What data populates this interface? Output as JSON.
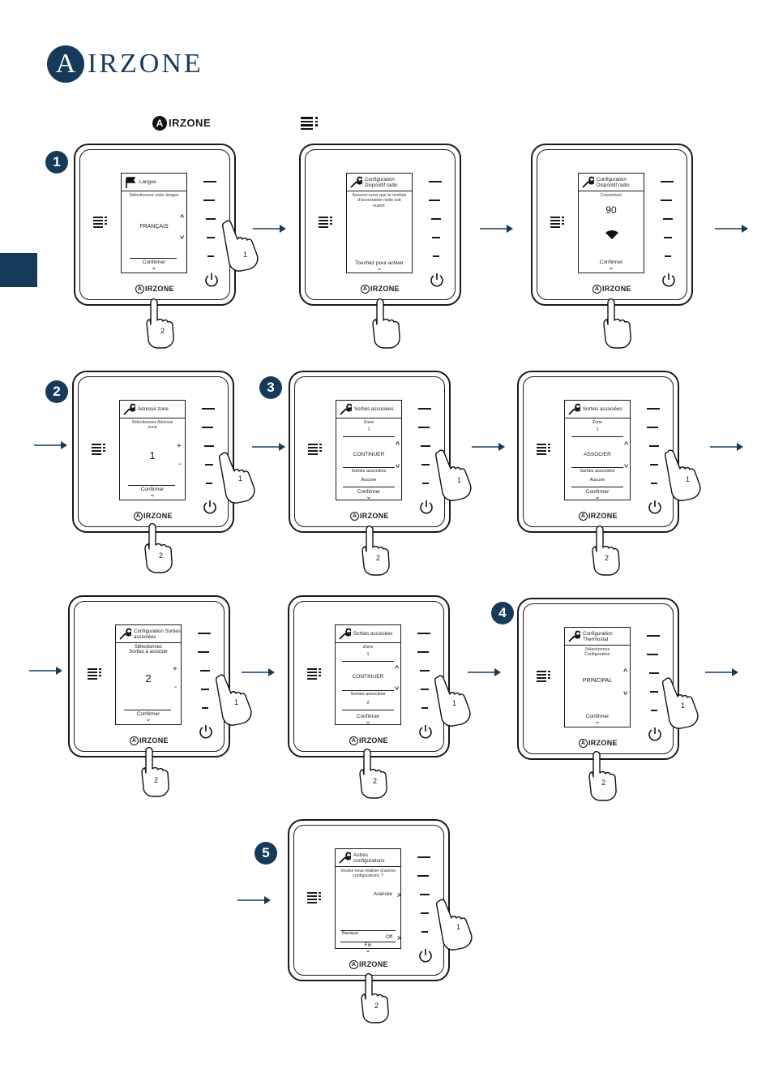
{
  "brand": {
    "logo_letter": "A",
    "logo_word": "IRZONE",
    "legend_letter": "A",
    "legend_word": "IRZONE",
    "color": "#173a5a"
  },
  "legend": {
    "airzone_icon": "airzone-button-icon",
    "menu_icon": "menu-lines-icon"
  },
  "device_logo": {
    "letter": "A",
    "word": "IRZONE"
  },
  "step_badges": [
    {
      "label": "1"
    },
    {
      "label": "2"
    },
    {
      "label": "3"
    },
    {
      "label": "4"
    },
    {
      "label": "5"
    }
  ],
  "hand_labels": {
    "side": "1",
    "bottom": "2"
  },
  "screens": [
    {
      "icon": "flag-icon",
      "title": "Langue",
      "text": "Sélectionnez votre langue",
      "value": "FRANÇAIS",
      "footer": "Confirmer"
    },
    {
      "icon": "wrench-icon",
      "title": "Configuration Dispositif radio",
      "text": "Assurez-vous que le module d'association radio soit ouvert.",
      "footer": "Touchez pour activer"
    },
    {
      "icon": "wrench-icon",
      "title": "Configuration Dispositif radio",
      "text": "Couverture",
      "value": "90",
      "signal": "wifi-icon",
      "footer": "Confirmer"
    },
    {
      "icon": "wrench-icon",
      "title": "Adresse zone",
      "text": "Sélectionnez Adresse zone",
      "value": "1",
      "plus": "+",
      "minus": "-",
      "footer": "Confirmer"
    },
    {
      "icon": "wrench-icon",
      "title": "Sorties associées",
      "zone_label": "Zone",
      "zone_value": "1",
      "value": "CONTINUER",
      "outputs_label": "Sorties associées",
      "outputs_value": "Aucune",
      "footer": "Confirmer"
    },
    {
      "icon": "wrench-icon",
      "title": "Sorties associées",
      "zone_label": "Zone",
      "zone_value": "1",
      "value": "ASSOCIER",
      "outputs_label": "Sorties associées",
      "outputs_value": "Aucune",
      "footer": "Confirmer"
    },
    {
      "icon": "wrench-icon",
      "title": "Configuration Sorties associées",
      "text": "Sélectionnez Sorties à associer",
      "value": "2",
      "plus": "+",
      "minus": "-",
      "footer": "Confirmer"
    },
    {
      "icon": "wrench-icon",
      "title": "Sorties associées",
      "zone_label": "Zone",
      "zone_value": "1",
      "value": "CONTINUER",
      "outputs_label": "Sorties associées",
      "outputs_value": "2",
      "footer": "Confirmer"
    },
    {
      "icon": "wrench-icon",
      "title": "Configuration Thermostat",
      "text": "Sélectionnez Configuration",
      "value": "PRINCIPAL",
      "footer": "Confirmer"
    },
    {
      "icon": "wrench-icon",
      "title": "Autres configurations",
      "text": "Voulez-vous réaliser d'autres configurations ?",
      "option1": "Avancée",
      "option2_label": "Basique",
      "option2_value": "Off",
      "footer": "Fin"
    }
  ]
}
